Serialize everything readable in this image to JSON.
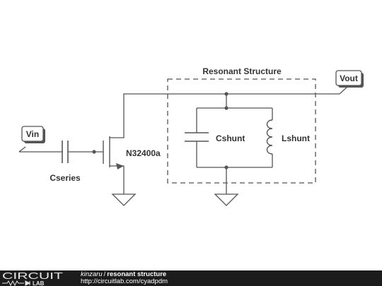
{
  "circuit": {
    "group_label": "Resonant Structure",
    "ports": {
      "input": "Vin",
      "output": "Vout"
    },
    "components": {
      "cseries": "Cseries",
      "transistor": "N32400a",
      "cshunt": "Cshunt",
      "lshunt": "Lshunt"
    }
  },
  "footer": {
    "brand_top": "CIRCUIT",
    "brand_bottom": "LAB",
    "author": "kinzaru",
    "separator": "/",
    "title": "resonant structure",
    "url": "http://circuitlab.com/cyadpdm"
  },
  "colors": {
    "wire": "#555555",
    "label": "#333333",
    "footer_bg": "#1c1c1c"
  }
}
